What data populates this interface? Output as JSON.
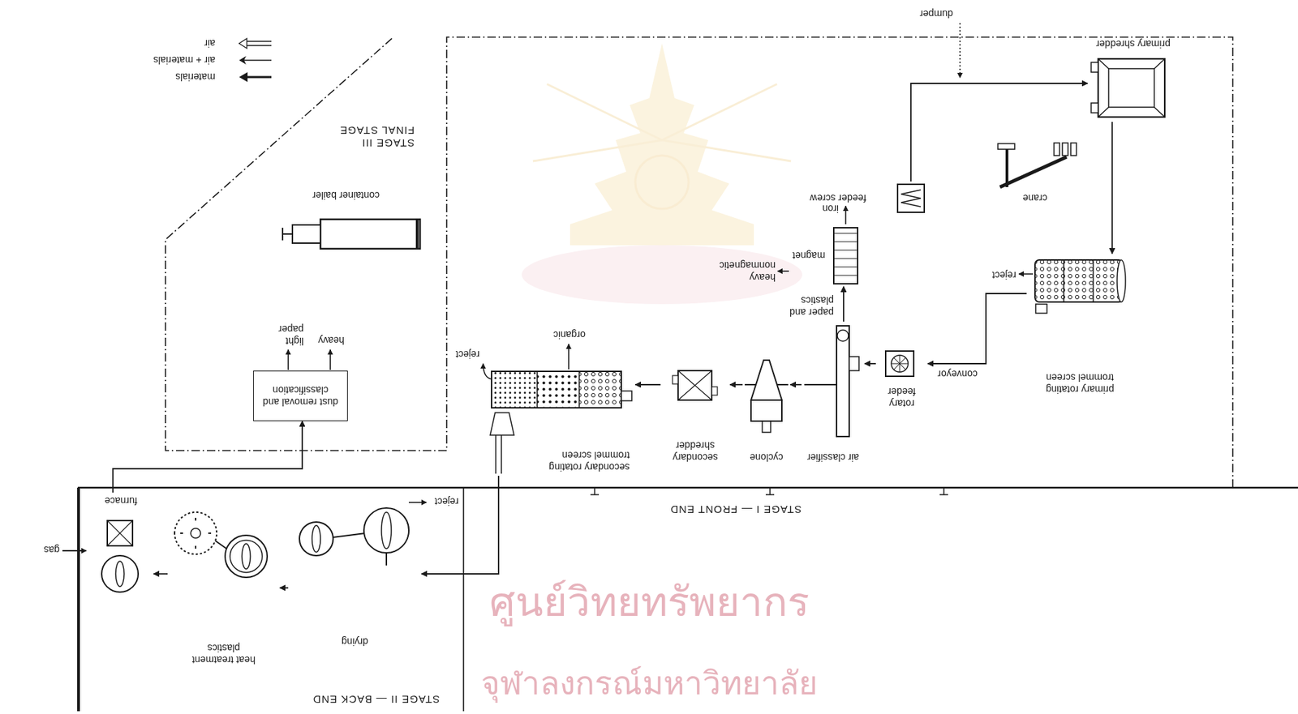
{
  "diagram": {
    "nodes": [
      {
        "text": [
          "STAGE I — FRONT END"
        ]
      },
      {
        "text": [
          "primary shredder"
        ],
        "in": 0
      },
      {
        "text": [
          "primary rotating trommel screen"
        ],
        "in": 0
      },
      {
        "text": [
          "crane"
        ],
        "in": 0
      },
      {
        "text": [
          "feeder screw"
        ],
        "in": 0
      },
      {
        "text": [
          "rotary feeder"
        ],
        "in": 0
      },
      {
        "text": [
          "air classifier"
        ],
        "in": 0
      },
      {
        "text": [
          "cyclone"
        ],
        "in": 0
      },
      {
        "text": [
          "magnet"
        ],
        "in": 0
      },
      {
        "text": [
          "secondary shredder"
        ],
        "in": 0
      },
      {
        "text": [
          "secondary rotating trommel screen"
        ],
        "in": 0
      },
      {
        "text": [
          "STAGE II — BACK END"
        ]
      },
      {
        "text": [
          "drying"
        ],
        "in": 11
      },
      {
        "text": [
          "heat treatment plastics"
        ],
        "in": 11
      },
      {
        "text": [
          "furnace"
        ],
        "in": 11
      },
      {
        "text": [
          "STAGE III FINAL STAGE"
        ]
      },
      {
        "text": [
          "dust removal and classification"
        ],
        "in": 15
      },
      {
        "text": [
          "container bailer"
        ],
        "in": 15
      }
    ],
    "edges": [
      {
        "from": 4,
        "to": 1,
        "arrow": "to"
      },
      {
        "from": 1,
        "to": 2,
        "arrow": "to"
      },
      {
        "from": 2,
        "to": 5,
        "label": "conveyor",
        "arrow": "to"
      },
      {
        "from": 5,
        "to": 6,
        "arrow": "to"
      },
      {
        "from": 6,
        "to": 7,
        "arrow": "to"
      },
      {
        "from": 6,
        "to": 8,
        "label": "paper and plastics",
        "arrow": "to"
      },
      {
        "from": 7,
        "to": 9,
        "arrow": "to"
      },
      {
        "from": 9,
        "to": 10,
        "arrow": "to"
      },
      {
        "from": 10,
        "to": 12,
        "arrow": "to"
      },
      {
        "from": 12,
        "to": 13,
        "arrow": "to"
      },
      {
        "from": 13,
        "to": 14,
        "arrow": "to"
      },
      {
        "from": 14,
        "to": 16,
        "arrow": "to"
      }
    ],
    "labels": [
      "dumper",
      "reject",
      "heavy nonmagnetic",
      "iron",
      "organic",
      "reject",
      "reject",
      "gas",
      "heavy",
      "light paper",
      "ศูนย์วิทยทรัพยากร",
      "จุฬาลงกรณ์มหาวิทยาลัย"
    ],
    "legend": [
      {
        "text": "air"
      },
      {
        "text": "air + materials"
      },
      {
        "text": "materials"
      }
    ]
  }
}
